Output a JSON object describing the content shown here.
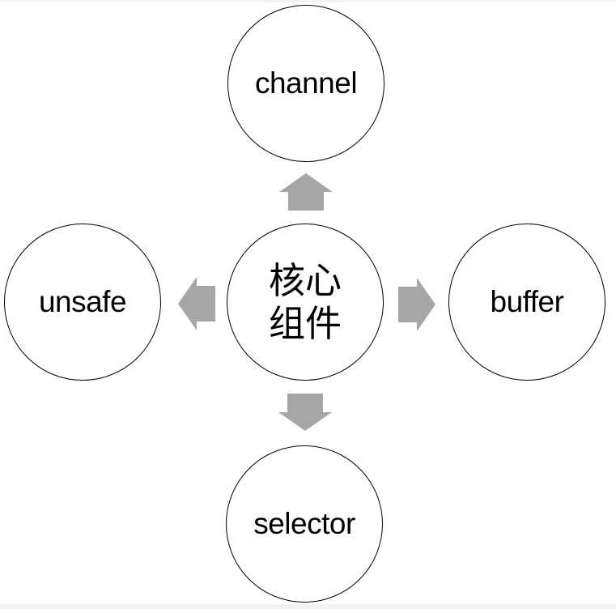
{
  "diagram": {
    "title": "核心组件",
    "center": {
      "label": "核心组件",
      "line1": "核心",
      "line2": "组件"
    },
    "nodes": {
      "top": {
        "label": "channel"
      },
      "right": {
        "label": "buffer"
      },
      "bottom": {
        "label": "selector"
      },
      "left": {
        "label": "unsafe"
      }
    },
    "arrows": [
      {
        "direction": "up",
        "from": "center",
        "to": "channel"
      },
      {
        "direction": "right",
        "from": "center",
        "to": "buffer"
      },
      {
        "direction": "down",
        "from": "center",
        "to": "selector"
      },
      {
        "direction": "left",
        "from": "center",
        "to": "unsafe"
      }
    ]
  },
  "colors": {
    "background": "#ffffff",
    "circle-border": "#000000",
    "arrow-fill": "#a6a6a6",
    "text": "#000000",
    "edge-strip": "#f3f3f3"
  }
}
